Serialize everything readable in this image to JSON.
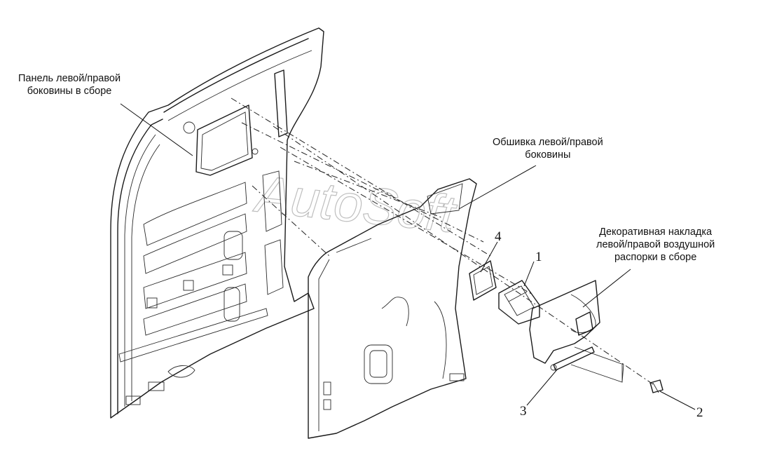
{
  "labels": {
    "side_panel": [
      "Панель левой/правой",
      "боковины в сборе"
    ],
    "side_trim": [
      "Обшивка левой/правой",
      "боковины"
    ],
    "decor_cover": [
      "Декоративная накладка",
      "левой/правой воздушной",
      "распорки в сборе"
    ]
  },
  "callouts": [
    "1",
    "2",
    "3",
    "4"
  ],
  "watermark": "AutoSoft"
}
